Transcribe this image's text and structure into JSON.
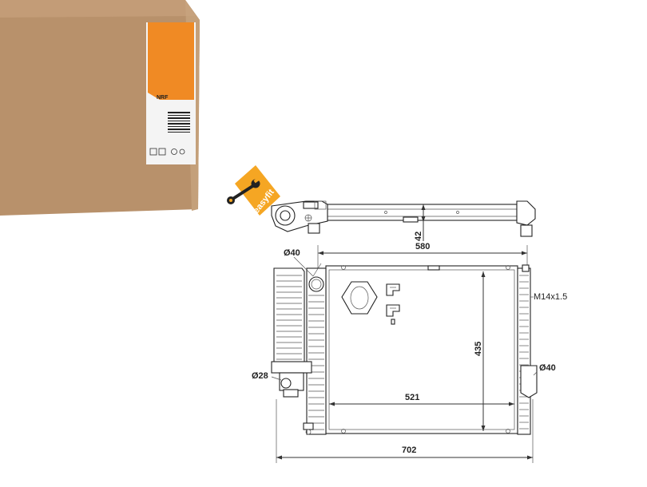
{
  "product": {
    "box_label_logo": "NRF",
    "badge_text": "easyfit",
    "colors": {
      "box": "#b8916b",
      "box_side": "#c9a47f",
      "box_shade": "#a98160",
      "label_orange": "#f08a24",
      "badge_orange": "#f5a623"
    }
  },
  "dimensions": {
    "top_width": "580",
    "top_height": "42",
    "core_height": "435",
    "core_width": "521",
    "total_width": "702",
    "inlet_left": "Ø40",
    "inlet_right": "Ø40",
    "small_port": "Ø28",
    "thread": "M14x1.5"
  },
  "icons": [
    "wrench-icon",
    "bolt-icon",
    "clip-icon",
    "nut-icon"
  ]
}
